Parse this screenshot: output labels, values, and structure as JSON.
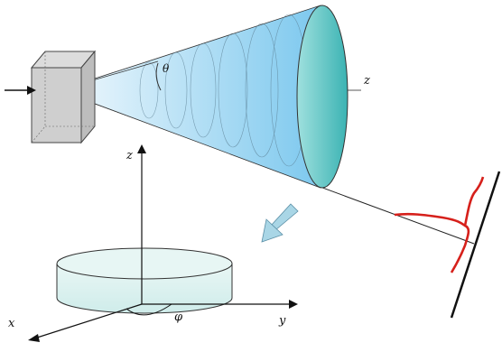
{
  "labels": {
    "z_beam": "z",
    "theta": "θ",
    "z_axis": "z",
    "x_axis": "x",
    "y_axis": "y",
    "phi": "φ"
  },
  "colors": {
    "cone_light": "#e8f4fb",
    "cone_dark": "#74c4ec",
    "lens": "#5fc9c8",
    "crystal": "#c8c8c8",
    "disc": "#dff3f1",
    "profile": "#d6201b",
    "arrow": "#a9d6e6"
  },
  "icons": [
    "crystal-cube",
    "cone-beam",
    "profile-curve",
    "direction-arrow",
    "cylinder-disc"
  ]
}
